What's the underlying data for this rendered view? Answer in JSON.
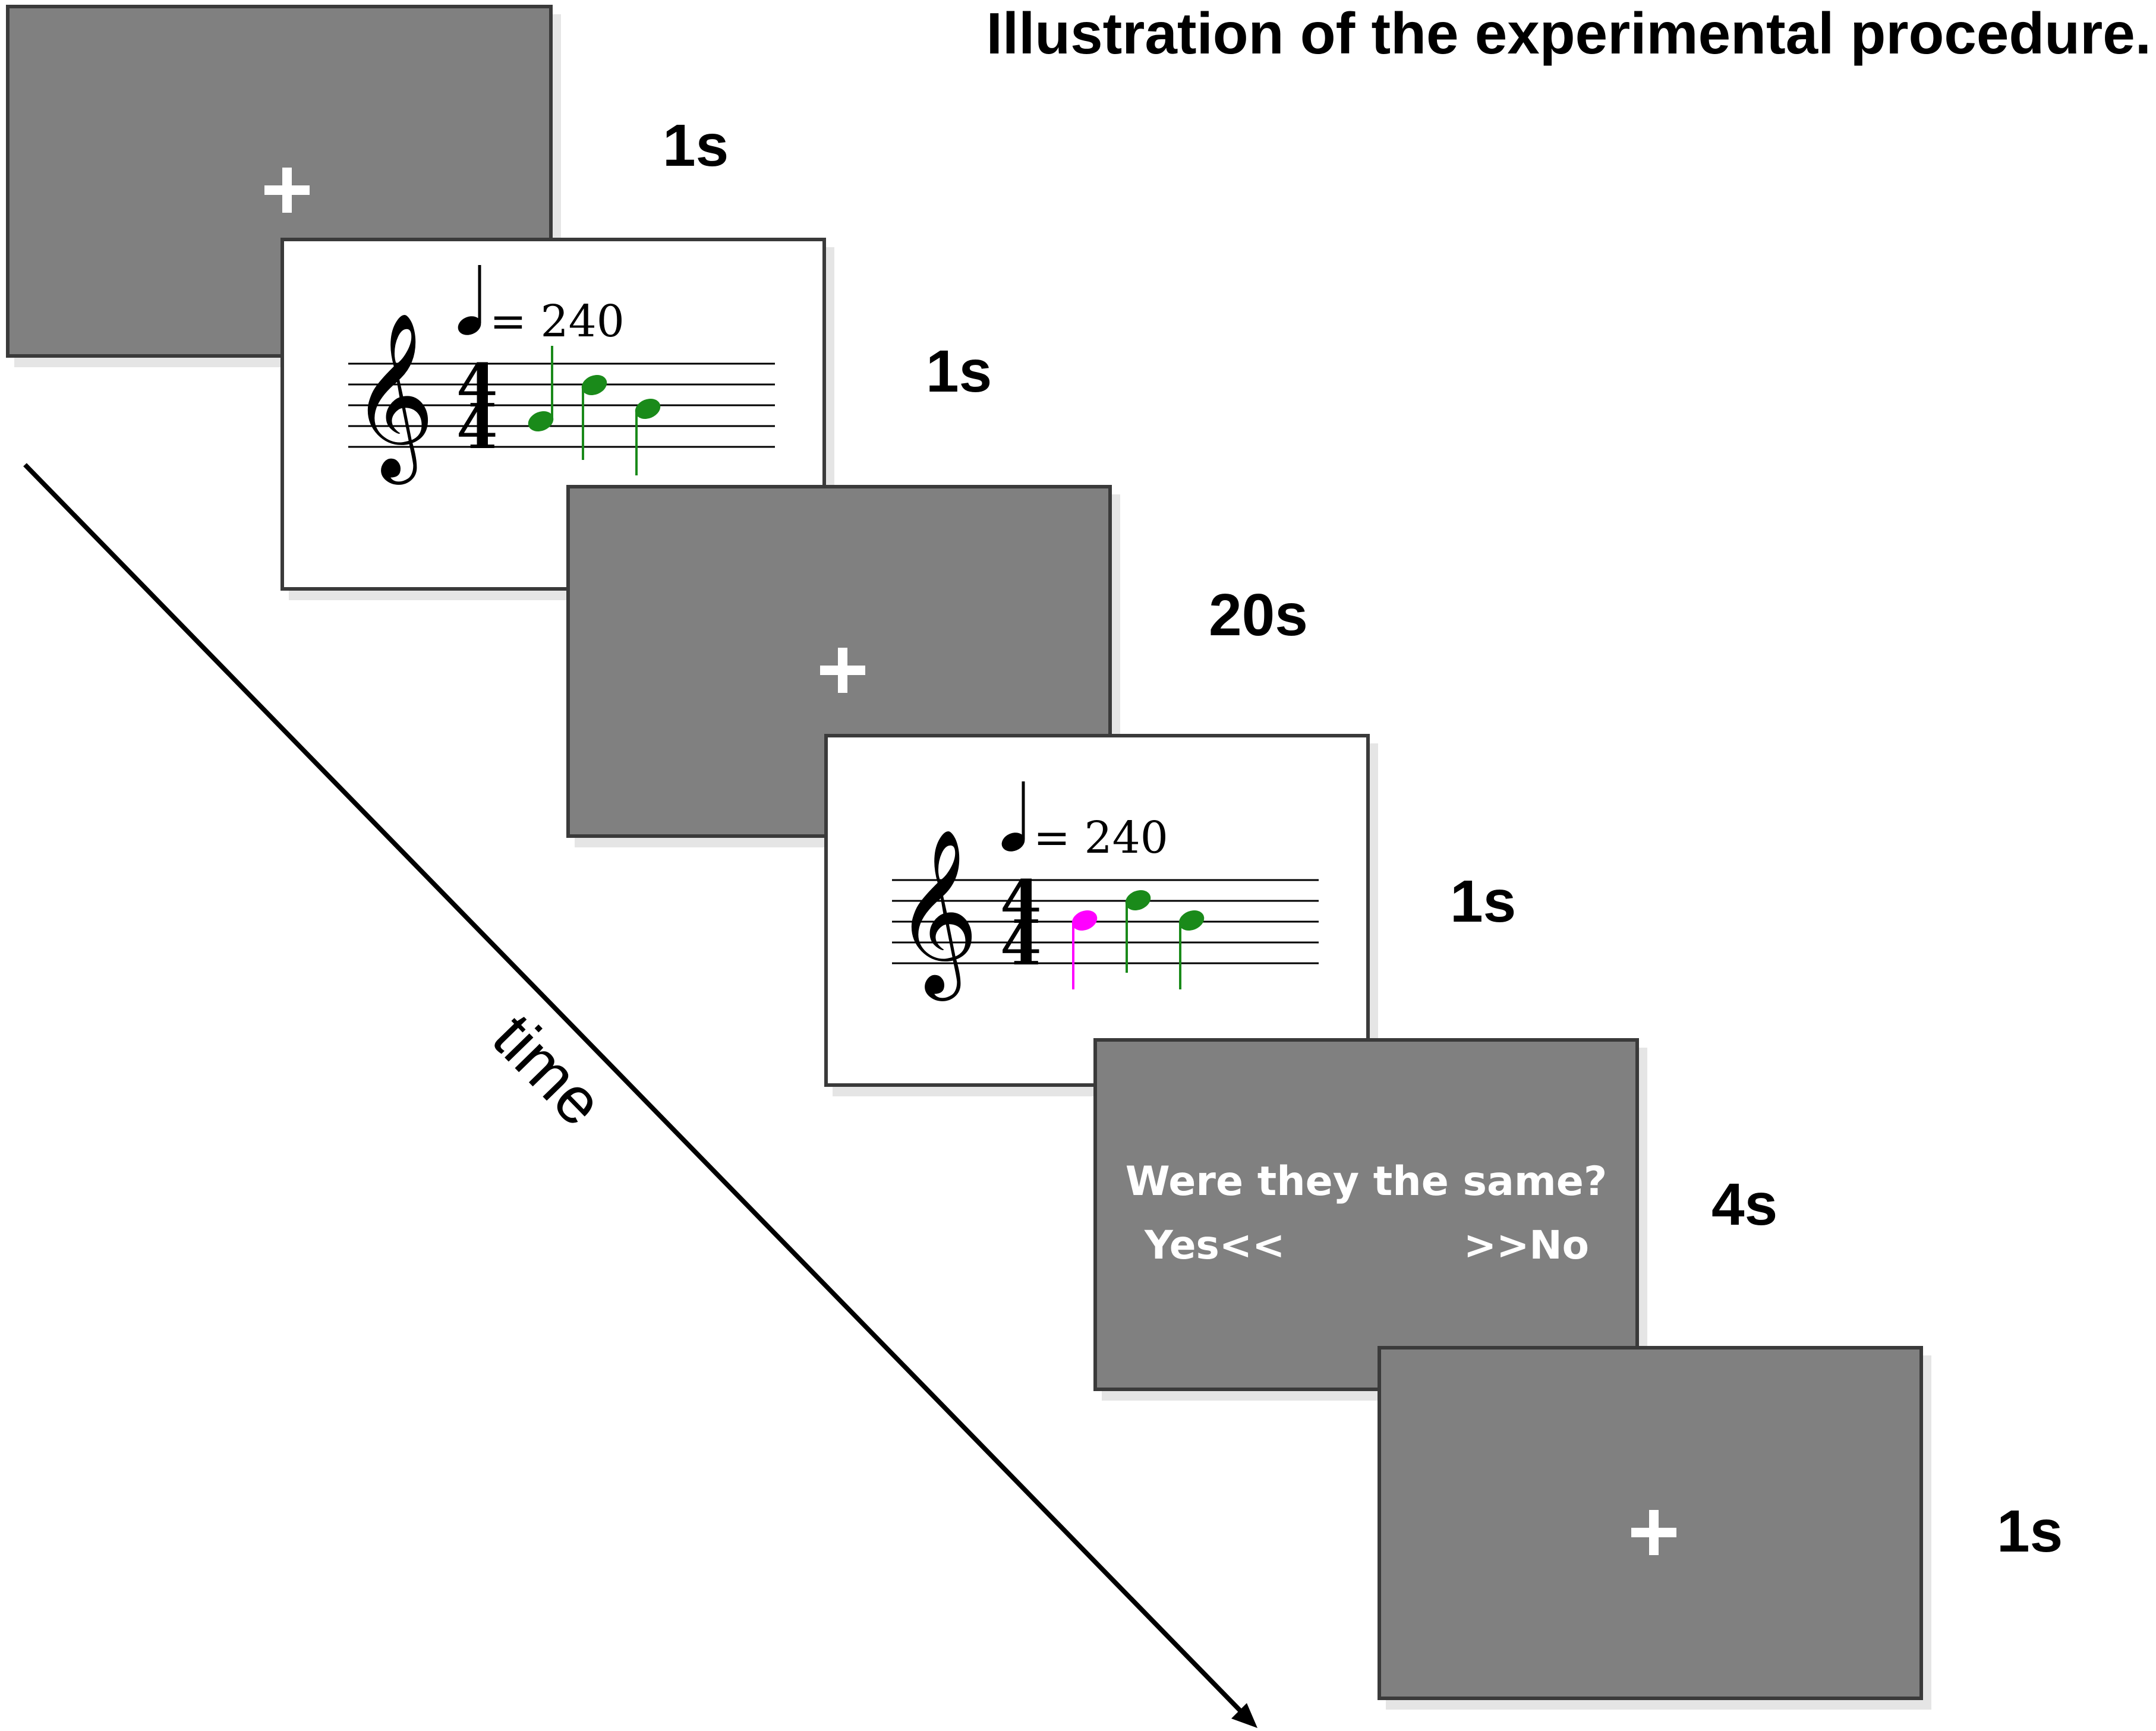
{
  "title": "Illustration of the experimental procedure.",
  "time_label": "time",
  "frames": [
    {
      "kind": "fixation",
      "duration": "1s"
    },
    {
      "kind": "score",
      "duration": "1s",
      "tempo": "= 240",
      "time_signature_top": "4",
      "time_signature_bottom": "4",
      "note_colors": [
        "#1a8a1a",
        "#1a8a1a",
        "#1a8a1a"
      ]
    },
    {
      "kind": "fixation",
      "duration": "20s"
    },
    {
      "kind": "score",
      "duration": "1s",
      "tempo": "= 240",
      "time_signature_top": "4",
      "time_signature_bottom": "4",
      "note_colors": [
        "#ff00ff",
        "#1a8a1a",
        "#1a8a1a"
      ]
    },
    {
      "kind": "question",
      "duration": "4s",
      "question": "Were they the same?",
      "yes": "Yes<<",
      "no": ">>No"
    },
    {
      "kind": "fixation",
      "duration": "1s"
    }
  ]
}
